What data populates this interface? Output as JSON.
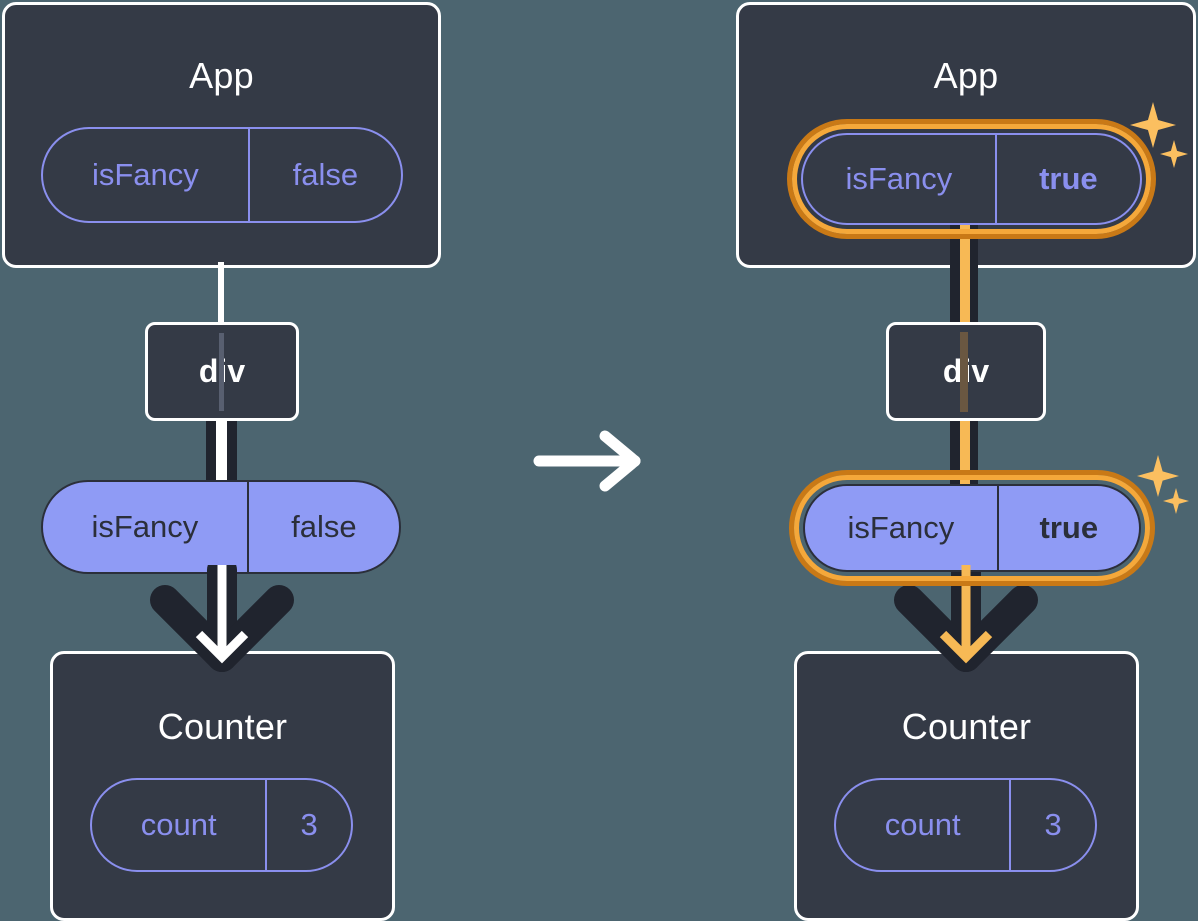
{
  "diagram": {
    "title": "React state propagation — isFancy toggled from false to true",
    "background_color": "#4c6570",
    "panel_color": "#343a46",
    "panel_border_color": "#ffffff",
    "pill_outline_color": "#8a8fee",
    "pill_fill_color": "#8f9bf5",
    "pill_text_dark": "#2b2f3a",
    "highlight_outer_color": "#c97916",
    "highlight_inner_color": "#f5a83a",
    "sparkle_color": "#fbbf60",
    "arrow_dark_color": "#20242e",
    "arrow_light_color": "#ffffff",
    "arrow_highlight_color": "#f7b955"
  },
  "transition_arrow": {
    "icon": "arrow-right-icon",
    "direction": "right",
    "color": "#ffffff"
  },
  "before": {
    "app": {
      "title": "App",
      "state_pill": {
        "name": "isFancy",
        "value": "false",
        "style": "outline",
        "highlighted": false
      }
    },
    "div_node": {
      "label": "div"
    },
    "prop_pill": {
      "name": "isFancy",
      "value": "false",
      "style": "filled",
      "highlighted": false
    },
    "counter": {
      "title": "Counter",
      "state_pill": {
        "name": "count",
        "value": "3",
        "style": "outline",
        "highlighted": false
      }
    }
  },
  "after": {
    "app": {
      "title": "App",
      "state_pill": {
        "name": "isFancy",
        "value": "true",
        "style": "outline",
        "highlighted": true,
        "value_bold": true,
        "sparkles": 2
      }
    },
    "div_node": {
      "label": "div"
    },
    "prop_pill": {
      "name": "isFancy",
      "value": "true",
      "style": "filled",
      "highlighted": true,
      "value_bold": true,
      "sparkles": 2
    },
    "counter": {
      "title": "Counter",
      "state_pill": {
        "name": "count",
        "value": "3",
        "style": "outline",
        "highlighted": false
      }
    }
  }
}
